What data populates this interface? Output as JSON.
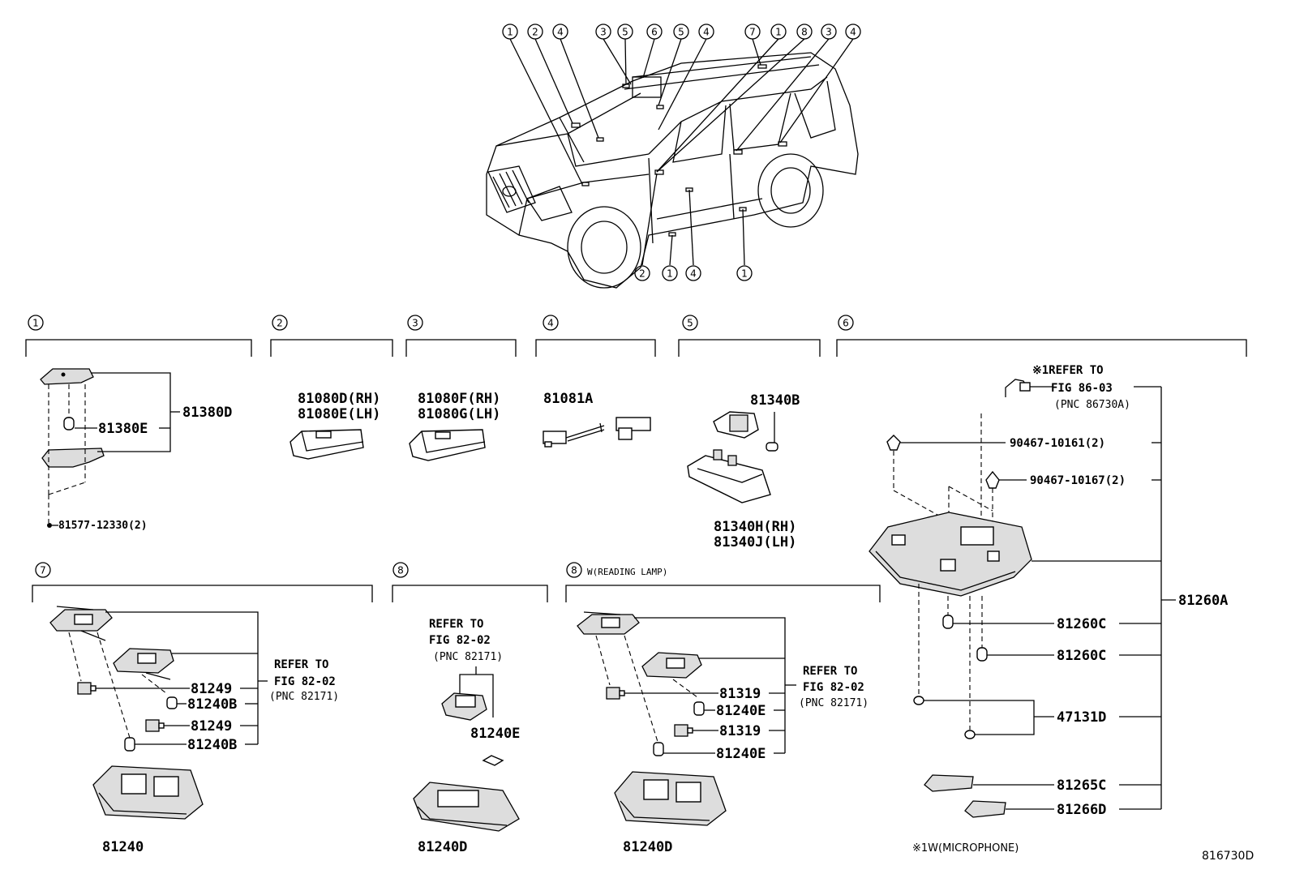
{
  "car_callouts": [
    "1",
    "2",
    "4",
    "3",
    "5",
    "6",
    "5",
    "4",
    "7",
    "1",
    "8",
    "3",
    "4"
  ],
  "car_bottom_callouts": [
    "2",
    "1",
    "4",
    "1"
  ],
  "sections": [
    {
      "id": "1"
    },
    {
      "id": "2"
    },
    {
      "id": "3"
    },
    {
      "id": "4"
    },
    {
      "id": "5"
    },
    {
      "id": "6"
    },
    {
      "id": "7"
    },
    {
      "id": "8"
    },
    {
      "id": "8"
    }
  ],
  "section8b_note": "W(READING LAMP)",
  "parts": {
    "p81380D": "81380D",
    "p81380E": "81380E",
    "p81577": "81577-12330(2)",
    "p81080D": "81080D(RH)",
    "p81080E": "81080E(LH)",
    "p81080F": "81080F(RH)",
    "p81080G": "81080G(LH)",
    "p81081A": "81081A",
    "p81340B": "81340B",
    "p81340H": "81340H(RH)",
    "p81340J": "81340J(LH)",
    "p90467a": "90467-10161(2)",
    "p90467b": "90467-10167(2)",
    "p81260A": "81260A",
    "p81260C1": "81260C",
    "p81260C2": "81260C",
    "p47131D": "47131D",
    "p81265C": "81265C",
    "p81266D": "81266D",
    "p81249a": "81249",
    "p81240Ba": "81240B",
    "p81249b": "81249",
    "p81240Bb": "81240B",
    "p81240": "81240",
    "p81240E8": "81240E",
    "p81240D8": "81240D",
    "p81319a": "81319",
    "p81240Ea": "81240E",
    "p81319b": "81319",
    "p81240Eb": "81240E",
    "p81240D8b": "81240D"
  },
  "refs": {
    "s6_ref_1": "※1REFER TO",
    "s6_ref_2": "FIG 86-03",
    "s6_ref_3": "(PNC 86730A)",
    "s7_ref_1": "REFER TO",
    "s7_ref_2": "FIG 82-02",
    "s7_ref_3": "(PNC 82171)",
    "s8_ref_1": "REFER TO",
    "s8_ref_2": "FIG 82-02",
    "s8_ref_3": "(PNC 82171)",
    "s8b_ref_1": "REFER TO",
    "s8b_ref_2": "FIG 82-02",
    "s8b_ref_3": "(PNC 82171)"
  },
  "footnote": "※1W(MICROPHONE)",
  "figure_id": "816730D"
}
